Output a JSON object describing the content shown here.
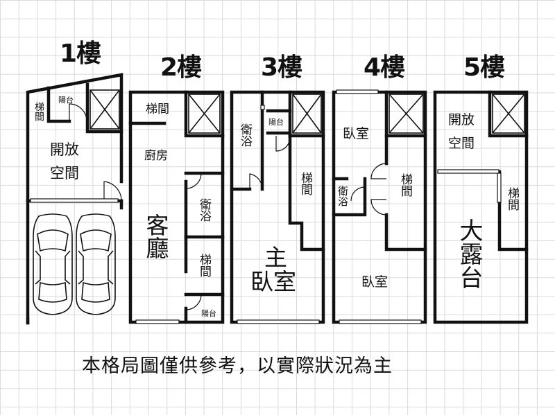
{
  "floors": [
    {
      "title": "1樓",
      "rooms": [
        "陽台",
        "梯間",
        "開放",
        "空間"
      ]
    },
    {
      "title": "2樓",
      "rooms": [
        "梯間",
        "廚房",
        "客廳",
        "衛浴",
        "梯間",
        "陽台"
      ]
    },
    {
      "title": "3樓",
      "rooms": [
        "衛浴",
        "陽台",
        "梯間",
        "主",
        "臥室"
      ]
    },
    {
      "title": "4樓",
      "rooms": [
        "臥室",
        "梯間",
        "衛浴",
        "臥室"
      ]
    },
    {
      "title": "5樓",
      "rooms": [
        "開放",
        "空間",
        "梯間",
        "大露台"
      ]
    }
  ],
  "note": "本格局圖僅供參考，以實際狀況為主"
}
